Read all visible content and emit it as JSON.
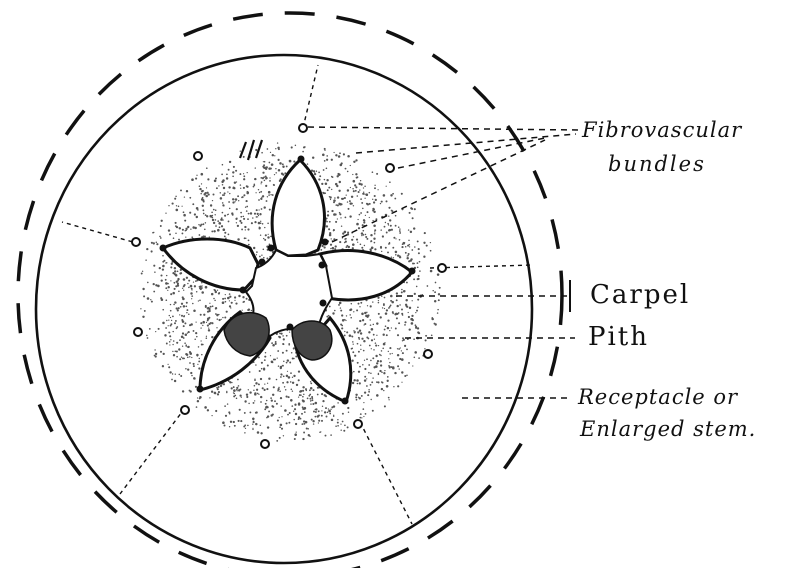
{
  "labels": {
    "fibrovascular_line1": "Fibrovascular",
    "fibrovascular_line2": "bundles",
    "carpel": "Carpel",
    "pith": "Pith",
    "receptacle_line1": "Receptacle or",
    "receptacle_line2": "Enlarged stem."
  },
  "colors": {
    "ink": "#111111",
    "stipple": "#555555",
    "shading": "#444444",
    "background": "#ffffff"
  }
}
